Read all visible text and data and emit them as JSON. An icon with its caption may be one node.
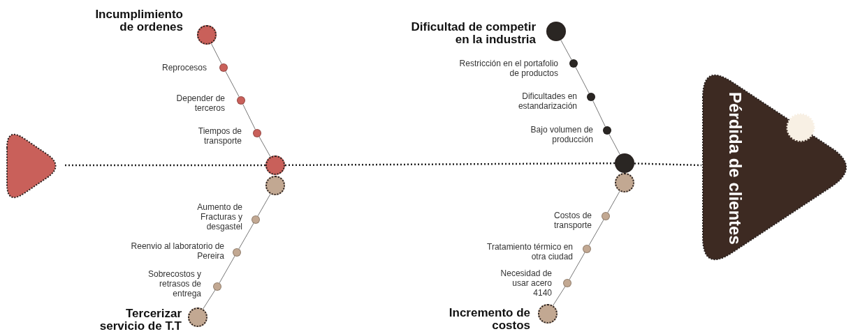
{
  "diagram": {
    "nodes": [
      {
        "text": [],
        "shape": "triangle"
      },
      {
        "text": [],
        "shape": "circle",
        "beside": [
          "Incumplimiento de ordenes"
        ]
      },
      {
        "text": [],
        "shape": "circle",
        "beside": [
          "Reprocesos"
        ]
      },
      {
        "text": [],
        "shape": "circle",
        "beside": [
          "Depender de terceros"
        ]
      },
      {
        "text": [],
        "shape": "circle",
        "beside": [
          "Tiempos de transporte"
        ]
      },
      {
        "text": [],
        "shape": "circle"
      },
      {
        "text": [],
        "shape": "circle"
      },
      {
        "text": [],
        "shape": "circle",
        "beside": [
          "Aumento de Fracturas y desgastel"
        ]
      },
      {
        "text": [],
        "shape": "circle",
        "beside": [
          "Reenvio al laboratorio de Pereira"
        ]
      },
      {
        "text": [],
        "shape": "circle",
        "beside": [
          "Sobrecostos y retrasos de entrega"
        ]
      },
      {
        "text": [],
        "shape": "circle",
        "beside": [
          "Tercerizar servicio de T.T"
        ]
      },
      {
        "text": [],
        "shape": "circle",
        "beside": [
          "Dificultad de competir en la industria"
        ]
      },
      {
        "text": [],
        "shape": "circle",
        "beside": [
          "Restricción en el portafolio de productos"
        ]
      },
      {
        "text": [],
        "shape": "circle",
        "beside": [
          "Dificultades en estandarización"
        ]
      },
      {
        "text": [],
        "shape": "circle",
        "beside": [
          "Bajo volumen de producción"
        ]
      },
      {
        "text": [],
        "shape": "circle"
      },
      {
        "text": [],
        "shape": "circle"
      },
      {
        "text": [],
        "shape": "circle",
        "beside": [
          "Costos de transporte"
        ]
      },
      {
        "text": [],
        "shape": "circle",
        "beside": [
          "Tratamiento térmico en otra ciudad"
        ]
      },
      {
        "text": [],
        "shape": "circle",
        "beside": [
          "Necesidad de usar acero 4140"
        ]
      },
      {
        "text": [],
        "shape": "circle",
        "beside": [
          "Incremento de costos"
        ]
      },
      {
        "text": [
          "Pérdida de clientes"
        ]
      }
    ],
    "edges": [
      {
        "from": 0,
        "to": 5,
        "arrow": "none",
        "style": "dashed"
      },
      {
        "from": 5,
        "to": 15,
        "arrow": "none",
        "style": "dashed"
      },
      {
        "from": 15,
        "to": 21,
        "arrow": "none",
        "style": "dashed"
      },
      {
        "from": 1,
        "to": 2,
        "arrow": "none"
      },
      {
        "from": 2,
        "to": 3,
        "arrow": "none"
      },
      {
        "from": 3,
        "to": 4,
        "arrow": "none"
      },
      {
        "from": 4,
        "to": 5,
        "arrow": "none"
      },
      {
        "from": 6,
        "to": 7,
        "arrow": "none"
      },
      {
        "from": 7,
        "to": 8,
        "arrow": "none"
      },
      {
        "from": 8,
        "to": 9,
        "arrow": "none"
      },
      {
        "from": 9,
        "to": 10,
        "arrow": "none"
      },
      {
        "from": 11,
        "to": 12,
        "arrow": "none"
      },
      {
        "from": 12,
        "to": 13,
        "arrow": "none"
      },
      {
        "from": 13,
        "to": 14,
        "arrow": "none"
      },
      {
        "from": 14,
        "to": 15,
        "arrow": "none"
      },
      {
        "from": 16,
        "to": 17,
        "arrow": "none"
      },
      {
        "from": 17,
        "to": 18,
        "arrow": "none"
      },
      {
        "from": 18,
        "to": 19,
        "arrow": "none"
      },
      {
        "from": 19,
        "to": 20,
        "arrow": "none"
      }
    ]
  }
}
